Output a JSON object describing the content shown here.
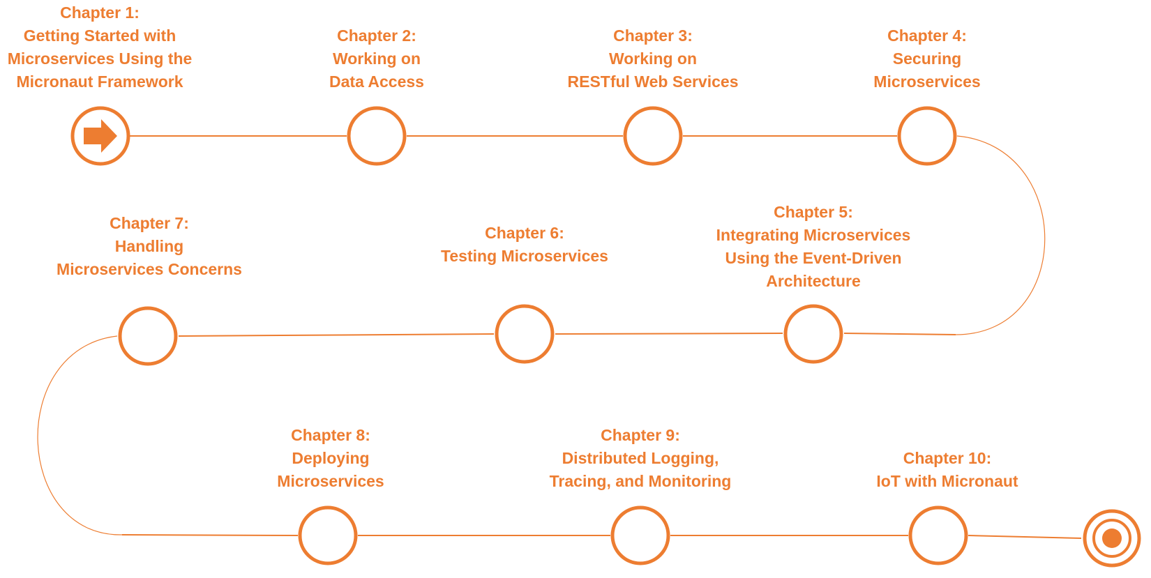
{
  "diagram": {
    "type": "roadmap",
    "accent_color": "#ED7D31",
    "start_marker": "arrow-right-icon",
    "end_marker": "target-icon",
    "chapters": [
      {
        "number": "Chapter 1:",
        "title_lines": [
          "Getting Started with",
          "Microservices Using the",
          "Micronaut Framework"
        ]
      },
      {
        "number": "Chapter 2:",
        "title_lines": [
          "Working on",
          "Data Access"
        ]
      },
      {
        "number": "Chapter 3:",
        "title_lines": [
          "Working on",
          "RESTful Web Services"
        ]
      },
      {
        "number": "Chapter 4:",
        "title_lines": [
          "Securing",
          "Microservices"
        ]
      },
      {
        "number": "Chapter 5:",
        "title_lines": [
          "Integrating Microservices",
          "Using the Event-Driven",
          "Architecture"
        ]
      },
      {
        "number": "Chapter 6:",
        "title_lines": [
          "Testing Microservices"
        ]
      },
      {
        "number": "Chapter 7:",
        "title_lines": [
          "Handling",
          "Microservices Concerns"
        ]
      },
      {
        "number": "Chapter 8:",
        "title_lines": [
          "Deploying",
          "Microservices"
        ]
      },
      {
        "number": "Chapter 9:",
        "title_lines": [
          "Distributed Logging,",
          "Tracing, and Monitoring"
        ]
      },
      {
        "number": "Chapter 10:",
        "title_lines": [
          "IoT with Micronaut"
        ]
      }
    ]
  }
}
